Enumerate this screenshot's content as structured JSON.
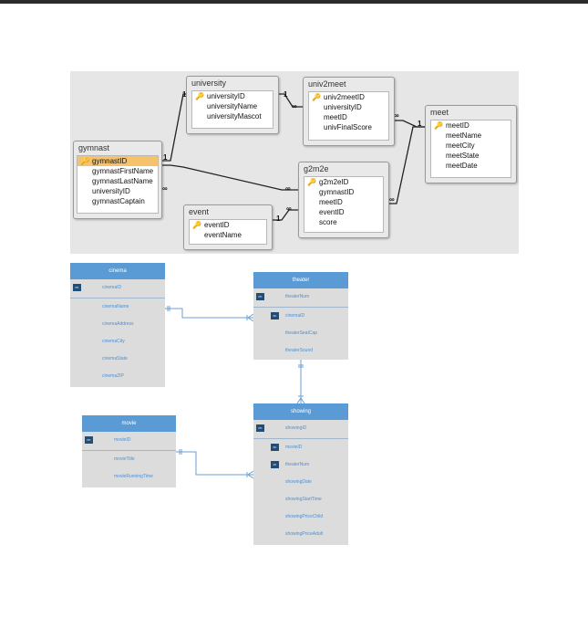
{
  "diagram1": {
    "tables": {
      "university": {
        "title": "university",
        "fields": [
          "universityID",
          "universityName",
          "universityMascot"
        ]
      },
      "univ2meet": {
        "title": "univ2meet",
        "fields": [
          "univ2meetID",
          "universityID",
          "meetID",
          "univFinalScore"
        ]
      },
      "meet": {
        "title": "meet",
        "fields": [
          "meetID",
          "meetName",
          "meetCity",
          "meetState",
          "meetDate"
        ]
      },
      "gymnast": {
        "title": "gymnast",
        "fields": [
          "gymnastID",
          "gymnastFirstName",
          "gymnastLastName",
          "universityID",
          "gymnastCaptain"
        ]
      },
      "g2m2e": {
        "title": "g2m2e",
        "fields": [
          "g2m2eID",
          "gymnastID",
          "meetID",
          "eventID",
          "score"
        ]
      },
      "event": {
        "title": "event",
        "fields": [
          "eventID",
          "eventName"
        ]
      }
    },
    "cardinality": {
      "one": "1",
      "many": "∞"
    }
  },
  "diagram2": {
    "tables": {
      "cinema": {
        "title": "cinema",
        "pk": "cinemaID",
        "fields": [
          "cinemaName",
          "cinemaAddress",
          "cinemaCity",
          "cinemaState",
          "cinemaZIP"
        ]
      },
      "theater": {
        "title": "theater",
        "pk": "theaterNum",
        "fk": [
          "cinemaID"
        ],
        "fields": [
          "theaterSeatCap",
          "theaterSound"
        ]
      },
      "movie": {
        "title": "movie",
        "pk": "movieID",
        "fields": [
          "movieTitle",
          "movieRunningTime"
        ]
      },
      "showing": {
        "title": "showing",
        "pk": "showingID",
        "fk": [
          "movieID",
          "theaterNum"
        ],
        "fields": [
          "showingDate",
          "showingStartTime",
          "showingPriceChild",
          "showingPriceAdult"
        ]
      }
    },
    "badges": {
      "pk": "PK",
      "fk": "FK"
    }
  },
  "colors": {
    "header_blue": "#5b9bd5",
    "badge_navy": "#1f4e79",
    "selected_row": "#f6c26b",
    "field_text_blue": "#4a90d9"
  }
}
